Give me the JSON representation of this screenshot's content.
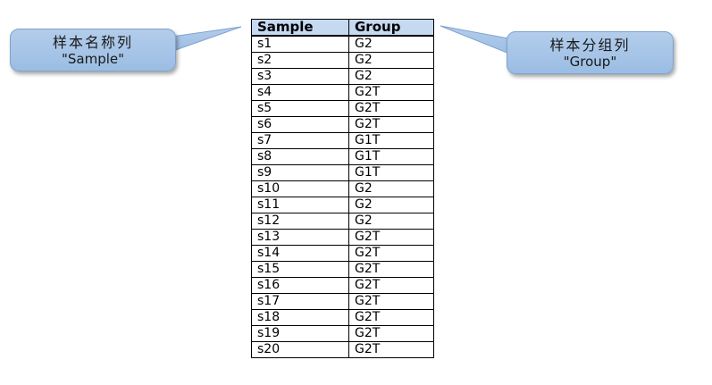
{
  "callouts": {
    "left": {
      "line1": "样本名称列",
      "line2": "\"Sample\""
    },
    "right": {
      "line1": "样本分组列",
      "line2": "\"Group\""
    }
  },
  "table": {
    "headers": [
      "Sample",
      "Group"
    ],
    "rows": [
      [
        "s1",
        "G2"
      ],
      [
        "s2",
        "G2"
      ],
      [
        "s3",
        "G2"
      ],
      [
        "s4",
        "G2T"
      ],
      [
        "s5",
        "G2T"
      ],
      [
        "s6",
        "G2T"
      ],
      [
        "s7",
        "G1T"
      ],
      [
        "s8",
        "G1T"
      ],
      [
        "s9",
        "G1T"
      ],
      [
        "s10",
        "G2"
      ],
      [
        "s11",
        "G2"
      ],
      [
        "s12",
        "G2"
      ],
      [
        "s13",
        "G2T"
      ],
      [
        "s14",
        "G2T"
      ],
      [
        "s15",
        "G2T"
      ],
      [
        "s16",
        "G2T"
      ],
      [
        "s17",
        "G2T"
      ],
      [
        "s18",
        "G2T"
      ],
      [
        "s19",
        "G2T"
      ],
      [
        "s20",
        "G2T"
      ]
    ]
  },
  "colors": {
    "header_fill": "#c5d9f1",
    "callout_fill": "#a9c6e8"
  }
}
